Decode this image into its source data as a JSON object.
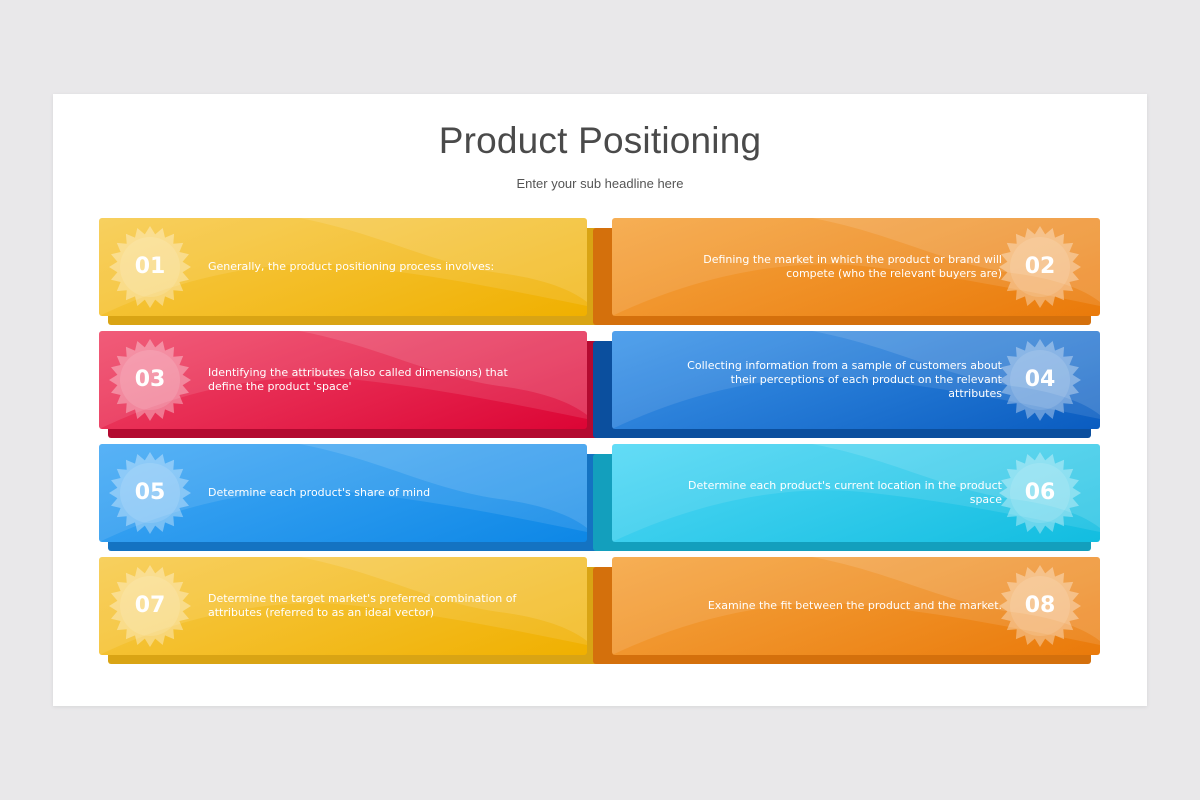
{
  "slide": {
    "title": "Product Positioning",
    "subtitle": "Enter your sub headline here"
  },
  "steps": [
    {
      "number": "01",
      "text": "Generally, the product positioning process involves:",
      "color_top": "#f7cb4d",
      "color_bottom": "#f0b000",
      "color_base": "#d9a414"
    },
    {
      "number": "02",
      "text": "Defining the market in which the product or brand will compete (who the relevant buyers are)",
      "color_top": "#f5a642",
      "color_bottom": "#ea7a0a",
      "color_base": "#d4700c"
    },
    {
      "number": "03",
      "text": "Identifying the attributes (also called dimensions) that define the product 'space'",
      "color_top": "#f04a6a",
      "color_bottom": "#dc0535",
      "color_base": "#b30a30"
    },
    {
      "number": "04",
      "text": "Collecting information from a sample of customers about their perceptions of each product on the relevant attributes",
      "color_top": "#3f97ea",
      "color_bottom": "#0a5cc0",
      "color_base": "#0b4f9e"
    },
    {
      "number": "05",
      "text": "Determine each product's share of mind",
      "color_top": "#45aaf5",
      "color_bottom": "#0d87e6",
      "color_base": "#1473c2"
    },
    {
      "number": "06",
      "text": "Determine each product's current location in the product space",
      "color_top": "#52d8f5",
      "color_bottom": "#12bde0",
      "color_base": "#139fbd"
    },
    {
      "number": "07",
      "text": "Determine the target market's preferred combination of attributes (referred to as an ideal vector)",
      "color_top": "#f7cb4d",
      "color_bottom": "#f0b000",
      "color_base": "#d9a414"
    },
    {
      "number": "08",
      "text": "Examine the fit between the product and the market.",
      "color_top": "#f5a642",
      "color_bottom": "#ea7a0a",
      "color_base": "#d4700c"
    }
  ]
}
